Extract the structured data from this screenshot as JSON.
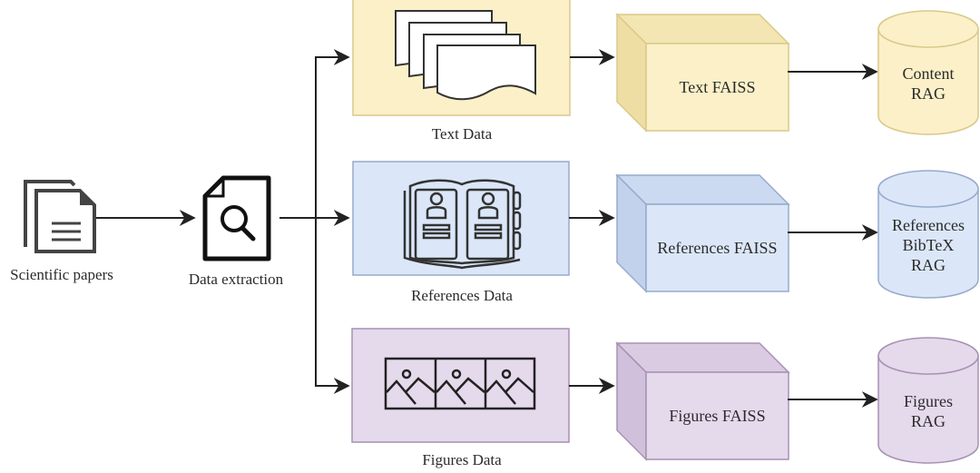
{
  "source": {
    "label": "Scientific papers",
    "icon": "documents-icon"
  },
  "extraction": {
    "label": "Data extraction",
    "icon": "document-search-icon"
  },
  "branches": [
    {
      "id": "text",
      "data_label": "Text Data",
      "data_icon": "multiple-pages-icon",
      "faiss_label": "Text FAISS",
      "rag_lines": [
        "Content",
        "RAG"
      ],
      "colors": {
        "fill": "#fbf0c8",
        "stroke": "#d9c98a",
        "top": "#f3e6b2",
        "side": "#efdea3"
      }
    },
    {
      "id": "references",
      "data_label": "References Data",
      "data_icon": "address-book-icon",
      "faiss_label": "References FAISS",
      "rag_lines": [
        "References",
        "BibTeX",
        "RAG"
      ],
      "colors": {
        "fill": "#dbe7f8",
        "stroke": "#97aacb",
        "top": "#cbdaf1",
        "side": "#c2d2ec"
      }
    },
    {
      "id": "figures",
      "data_label": "Figures Data",
      "data_icon": "image-gallery-icon",
      "faiss_label": "Figures FAISS",
      "rag_lines": [
        "Figures",
        "RAG"
      ],
      "colors": {
        "fill": "#e5d9ec",
        "stroke": "#a791b2",
        "top": "#dacbe3",
        "side": "#d1c0dc"
      }
    }
  ],
  "line_color": "#222222"
}
